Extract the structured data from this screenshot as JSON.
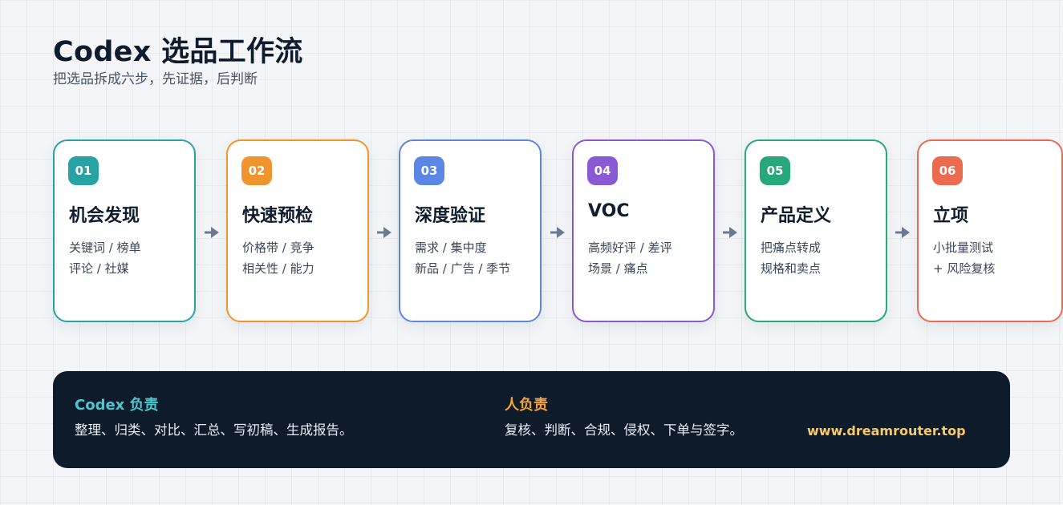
{
  "header": {
    "title": "Codex 选品工作流",
    "subtitle": "把选品拆成六步，先证据，后判断"
  },
  "steps": [
    {
      "number": "01",
      "title": "机会发现",
      "lines": [
        "关键词 / 榜单",
        "评论 / 社媒"
      ],
      "color": "#27a3a3"
    },
    {
      "number": "02",
      "title": "快速预检",
      "lines": [
        "价格带 / 竞争",
        "相关性 / 能力"
      ],
      "color": "#f0952e"
    },
    {
      "number": "03",
      "title": "深度验证",
      "lines": [
        "需求 / 集中度",
        "新品 / 广告 / 季节"
      ],
      "color": "#5b86e5"
    },
    {
      "number": "04",
      "title": "VOC",
      "lines": [
        "高频好评 / 差评",
        "场景 / 痛点"
      ],
      "color": "#8a5ad6"
    },
    {
      "number": "05",
      "title": "产品定义",
      "lines": [
        "把痛点转成",
        "规格和卖点"
      ],
      "color": "#27a87a"
    },
    {
      "number": "06",
      "title": "立项",
      "lines": [
        "小批量测试",
        "+ 风险复核"
      ],
      "color": "#ec6a4f"
    }
  ],
  "responsibility": {
    "codex": {
      "title": "Codex 负责",
      "desc": "整理、归类、对比、汇总、写初稿、生成报告。",
      "color": "#4cc7cf"
    },
    "human": {
      "title": "人负责",
      "desc": "复核、判断、合规、侵权、下单与签字。",
      "color": "#f2a43a"
    },
    "website": "www.dreamrouter.top"
  }
}
